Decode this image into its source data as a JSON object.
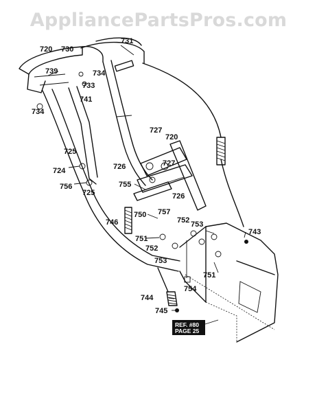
{
  "watermark": "AppliancePartsPros.com",
  "reference_box": {
    "line1": "REF. #80",
    "line2": "PAGE 25"
  },
  "part_labels": {
    "p720a": "720",
    "p730": "730",
    "p731": "731",
    "p739": "739",
    "p734a": "734",
    "p733": "733",
    "p741": "741",
    "p734b": "734",
    "p727a": "727",
    "p720b": "720",
    "p725a": "725",
    "p724": "724",
    "p726a": "726",
    "p727b": "727",
    "p756": "756",
    "p725b": "725",
    "p755": "755",
    "p726b": "726",
    "p757": "757",
    "p746": "746",
    "p750": "750",
    "p752a": "752",
    "p753a": "753",
    "p743": "743",
    "p751a": "751",
    "p752b": "752",
    "p753b": "753",
    "p751b": "751",
    "p754": "754",
    "p744": "744",
    "p745": "745"
  }
}
